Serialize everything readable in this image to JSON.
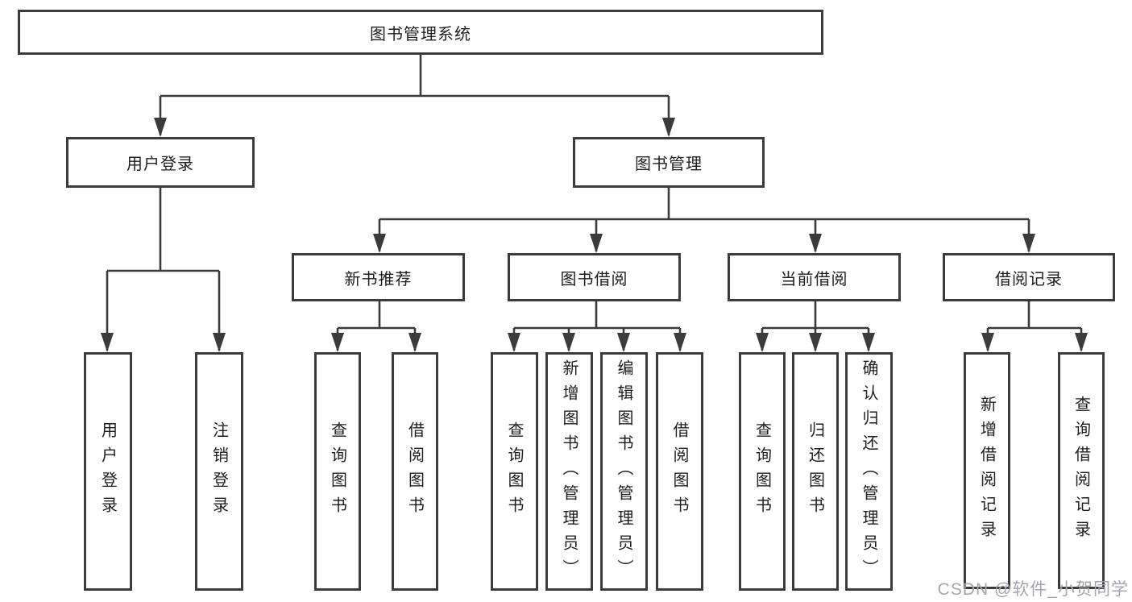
{
  "tree": {
    "root": "图书管理系统",
    "branches": [
      {
        "label": "用户登录",
        "children": [
          "用户登录",
          "注销登录"
        ]
      },
      {
        "label": "图书管理",
        "groups": [
          {
            "label": "新书推荐",
            "children": [
              "查询图书",
              "借阅图书"
            ]
          },
          {
            "label": "图书借阅",
            "children": [
              "查询图书",
              "新增图书（管理员）",
              "编辑图书（管理员）",
              "借阅图书"
            ]
          },
          {
            "label": "当前借阅",
            "children": [
              "查询图书",
              "归还图书",
              "确认归还（管理员）"
            ]
          },
          {
            "label": "借阅记录",
            "children": [
              "新增借阅记录",
              "查询借阅记录"
            ]
          }
        ]
      }
    ]
  },
  "watermark": {
    "text": "CSDN @软件_小贺同学"
  },
  "colors": {
    "line": "#3b3b3b",
    "text": "#1e1e1e",
    "watermark": "#a5a5b0",
    "background": "#ffffff"
  }
}
